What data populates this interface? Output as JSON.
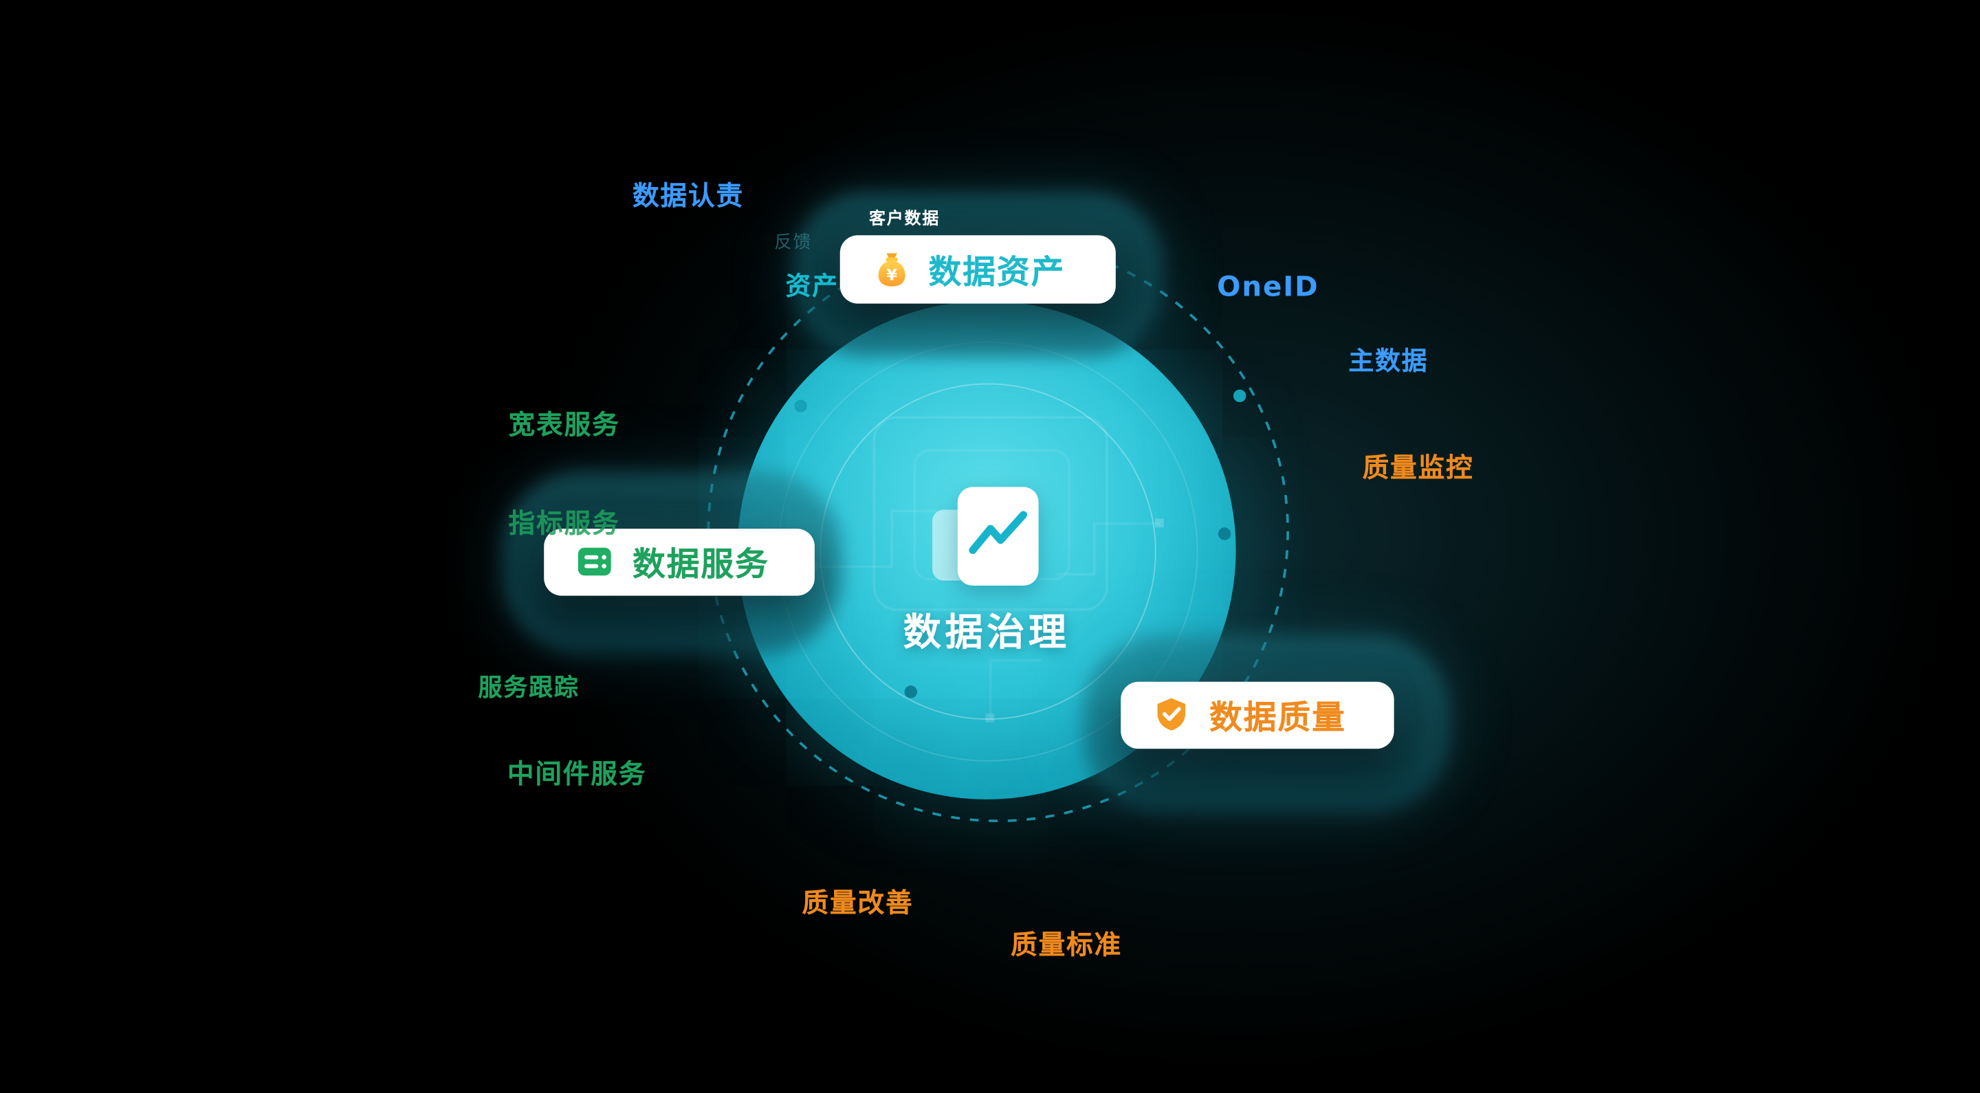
{
  "diagram": {
    "center": {
      "title": "数据治理",
      "icon": "document-trend-icon"
    },
    "cards": [
      {
        "label": "数据资产",
        "icon": "money-bag-icon",
        "text_color": "#1fb9cb"
      },
      {
        "label": "数据服务",
        "icon": "server-stack-icon",
        "text_color": "#1ea15d"
      },
      {
        "label": "数据质量",
        "icon": "shield-check-icon",
        "text_color": "#f08a1d"
      }
    ],
    "labels": {
      "data_responsibility": "数据认责",
      "customer_data": "客户数据",
      "feedback": "反馈",
      "asset": "资产",
      "oneid": "OneID",
      "master_data": "主数据",
      "quality_monitoring": "质量监控",
      "wide_table_service": "宽表服务",
      "metric_service": "指标服务",
      "service_tracking": "服务跟踪",
      "middleware_service": "中间件服务",
      "quality_improvement": "质量改善",
      "quality_standard": "质量标准"
    },
    "colors": {
      "background": "#000000",
      "circle_teal": "#2cc4d8",
      "label_blue": "#3b9bff",
      "label_green": "#1ea15d",
      "label_orange": "#f08a1d",
      "card_asset_text": "#1fb9cb"
    }
  }
}
